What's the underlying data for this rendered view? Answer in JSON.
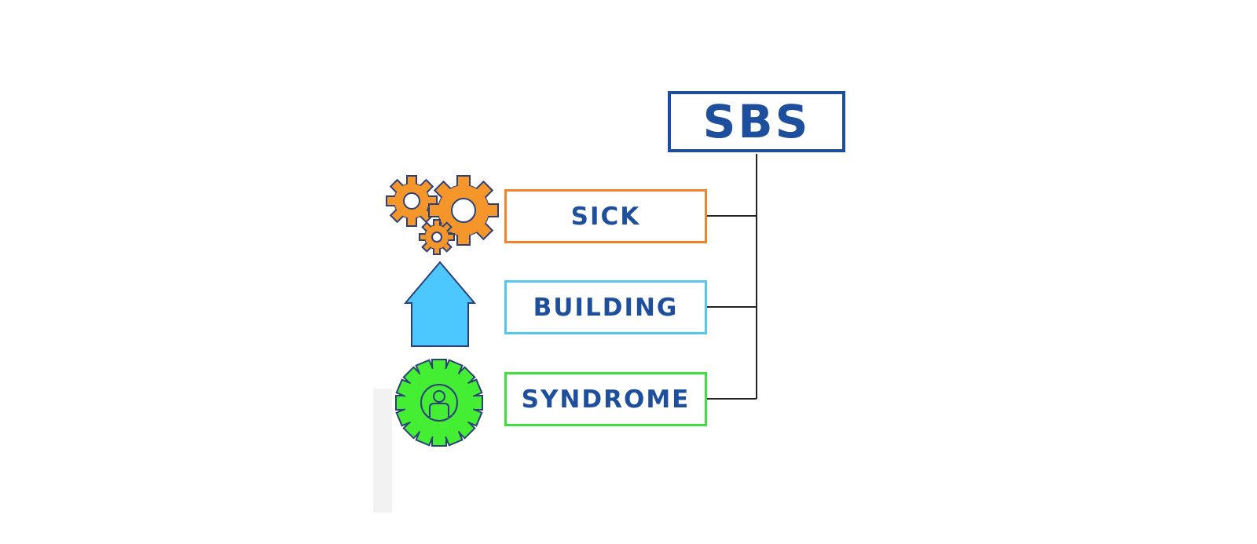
{
  "diagram": {
    "acronym": "SBS",
    "terms": [
      {
        "label": "SICK",
        "color": "#f2822b",
        "icon": "gears-icon"
      },
      {
        "label": "BUILDING",
        "color": "#55c7ef",
        "icon": "house-arrow-icon"
      },
      {
        "label": "SYNDROME",
        "color": "#3fdf3f",
        "icon": "person-gear-icon"
      }
    ],
    "accent_color": "#1f4e98",
    "connector_color": "#222222"
  }
}
